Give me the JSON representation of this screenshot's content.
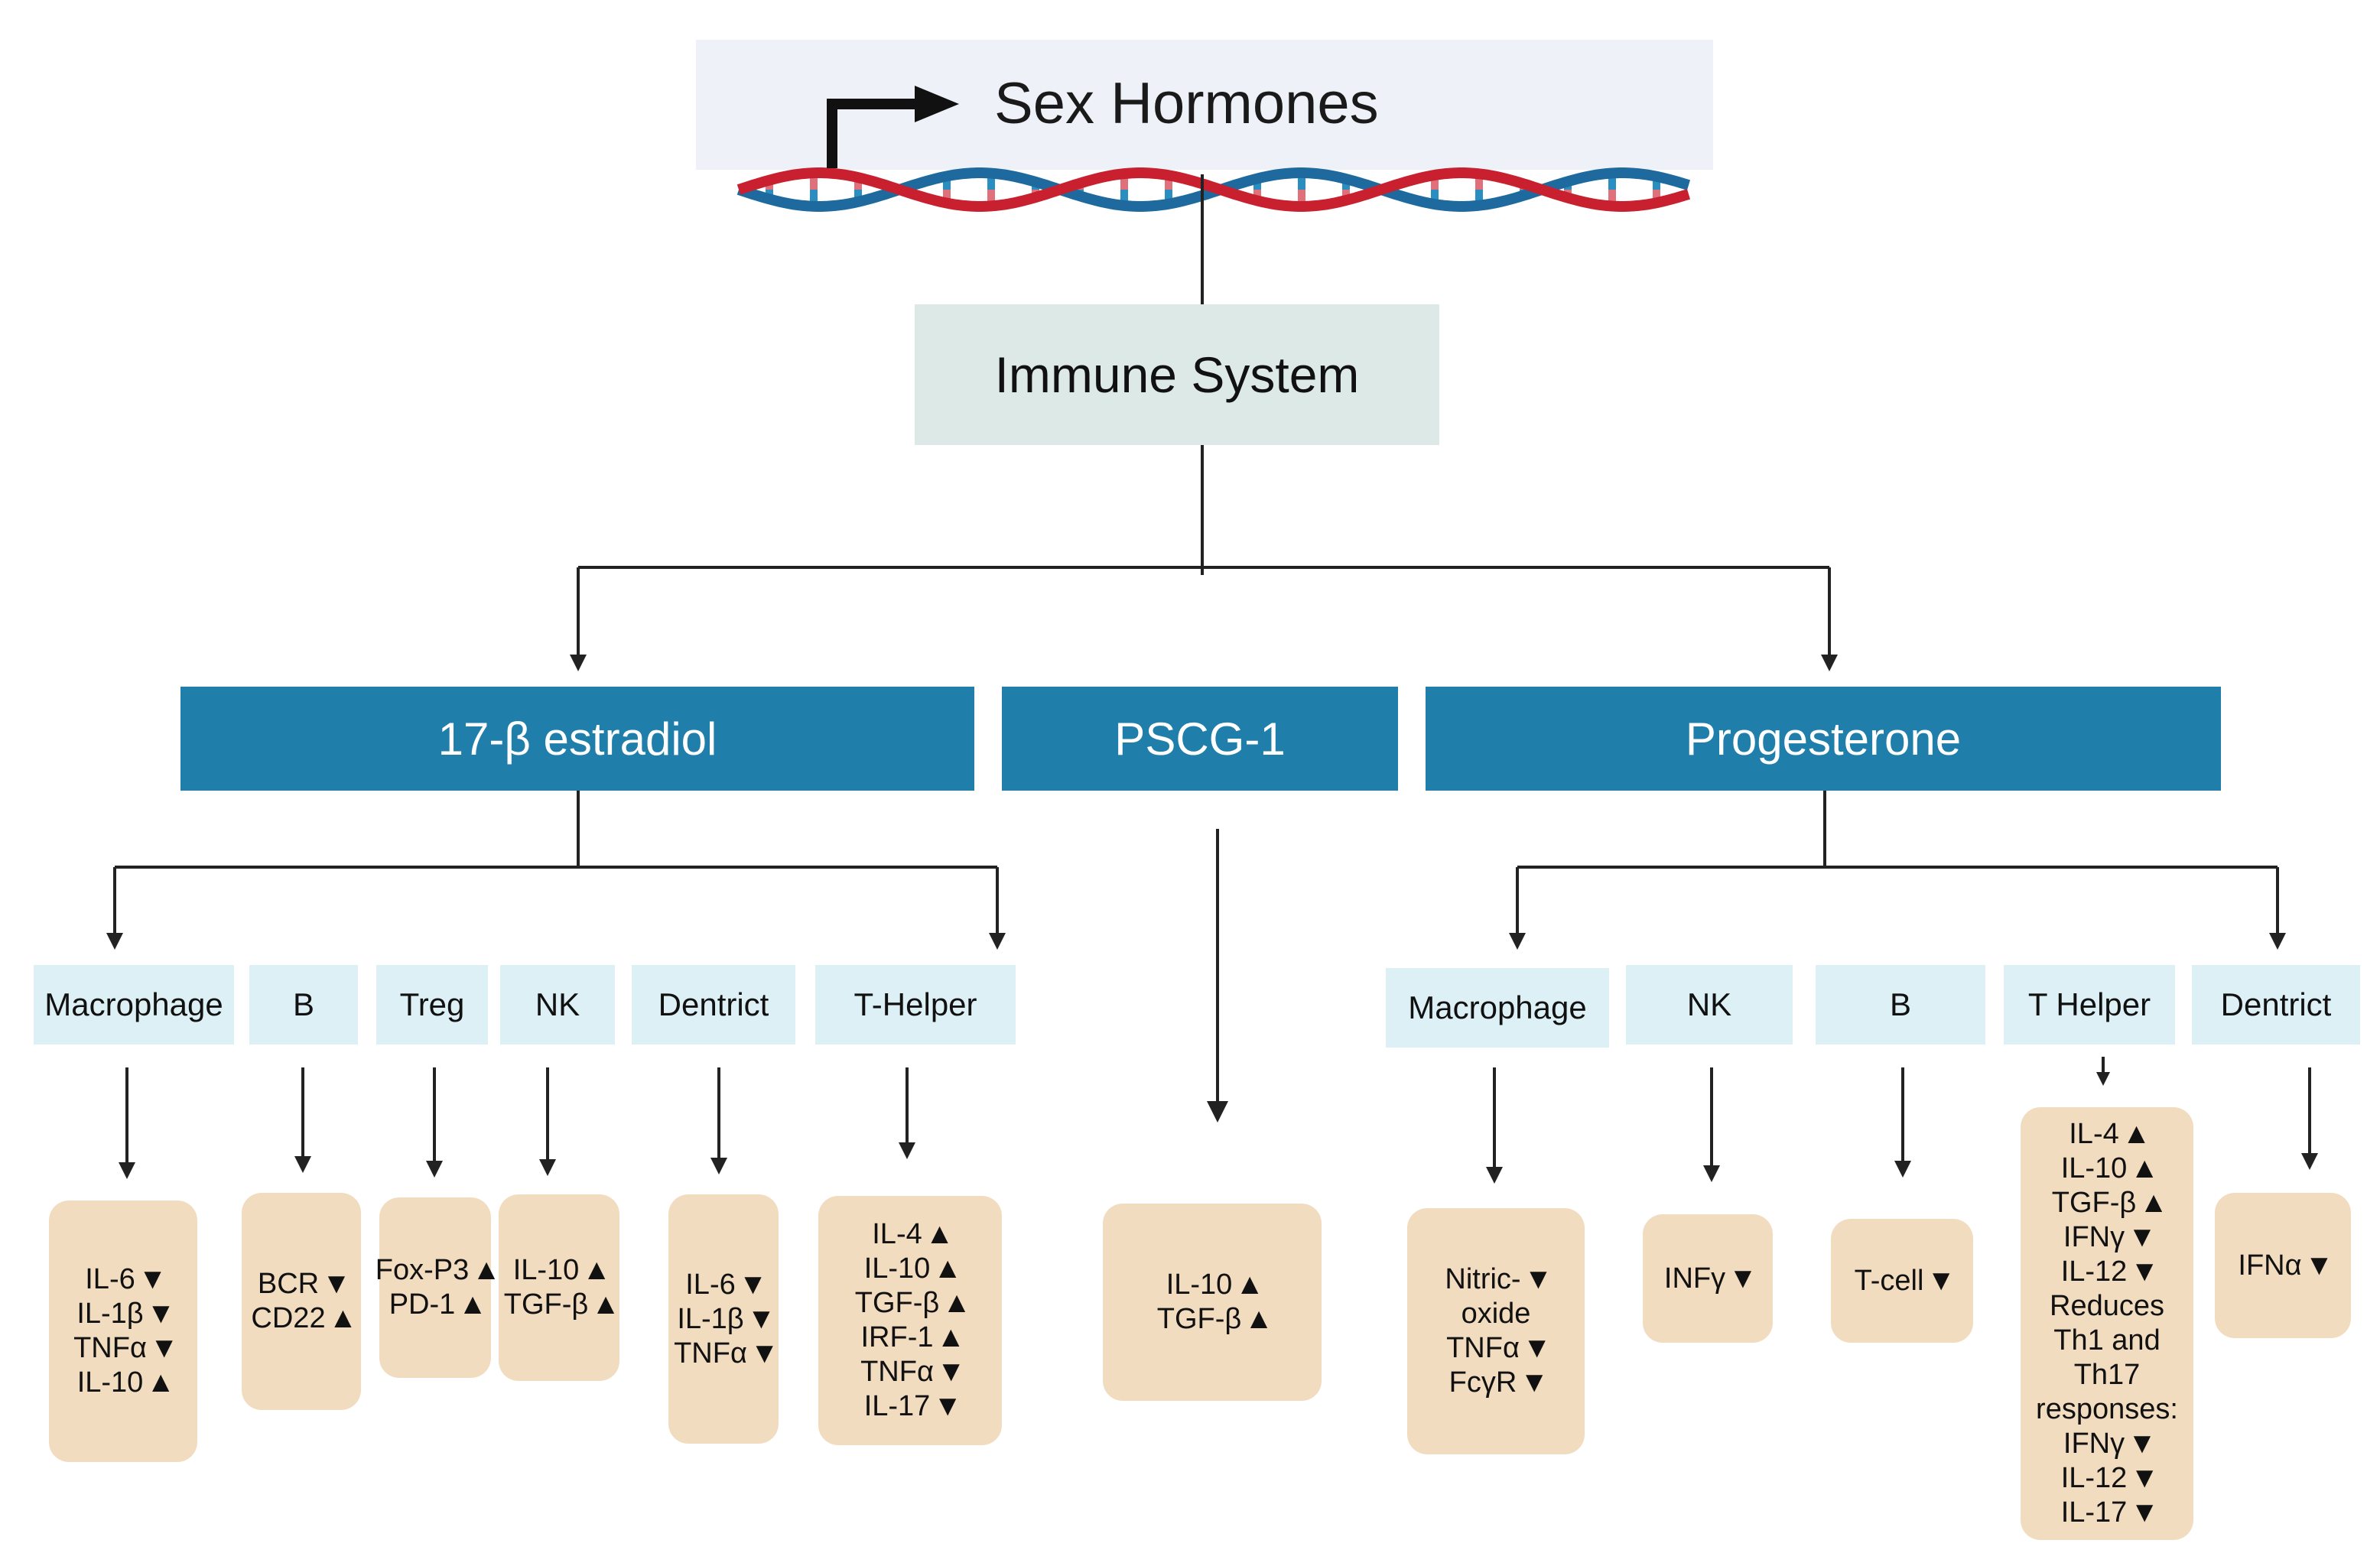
{
  "header": {
    "title": "Sex Hormones"
  },
  "root": {
    "label": "Immune System"
  },
  "hormones": [
    {
      "id": "estradiol",
      "label": "17-β estradiol"
    },
    {
      "id": "pscg",
      "label": "PSCG-1"
    },
    {
      "id": "progesterone",
      "label": "Progesterone"
    }
  ],
  "estradiol": {
    "cells": [
      {
        "label": "Macrophage",
        "effects": [
          {
            "text": "IL-6",
            "dir": "down"
          },
          {
            "text": "IL-1β",
            "dir": "down"
          },
          {
            "text": "TNFα",
            "dir": "down"
          },
          {
            "text": "IL-10",
            "dir": "up"
          }
        ]
      },
      {
        "label": "B",
        "effects": [
          {
            "text": "BCR",
            "dir": "down"
          },
          {
            "text": "CD22",
            "dir": "up"
          }
        ]
      },
      {
        "label": "Treg",
        "effects": [
          {
            "text": "Fox-P3",
            "dir": "up"
          },
          {
            "text": "PD-1",
            "dir": "up"
          }
        ]
      },
      {
        "label": "NK",
        "effects": [
          {
            "text": "IL-10",
            "dir": "up"
          },
          {
            "text": "TGF-β",
            "dir": "up"
          }
        ]
      },
      {
        "label": "Dentrict",
        "effects": [
          {
            "text": "IL-6",
            "dir": "down"
          },
          {
            "text": "IL-1β",
            "dir": "down"
          },
          {
            "text": "TNFα",
            "dir": "down"
          }
        ]
      },
      {
        "label": "T-Helper",
        "effects": [
          {
            "text": "IL-4",
            "dir": "up"
          },
          {
            "text": "IL-10",
            "dir": "up"
          },
          {
            "text": "TGF-β",
            "dir": "up"
          },
          {
            "text": "IRF-1",
            "dir": "up"
          },
          {
            "text": "TNFα",
            "dir": "down"
          },
          {
            "text": "IL-17",
            "dir": "down"
          }
        ]
      }
    ]
  },
  "pscg": {
    "effects": [
      {
        "text": "IL-10",
        "dir": "up"
      },
      {
        "text": "TGF-β",
        "dir": "up"
      }
    ]
  },
  "progesterone": {
    "cells": [
      {
        "label": "Macrophage",
        "effects": [
          {
            "text": "Nitric-",
            "dir": "down"
          },
          {
            "text": "oxide",
            "dir": ""
          },
          {
            "text": "TNFα",
            "dir": "down"
          },
          {
            "text": "FcγR",
            "dir": "down"
          }
        ]
      },
      {
        "label": "NK",
        "effects": [
          {
            "text": "INFγ",
            "dir": "down"
          }
        ]
      },
      {
        "label": "B",
        "effects": [
          {
            "text": "T-cell",
            "dir": "down"
          }
        ]
      },
      {
        "label": "T Helper",
        "effects": [
          {
            "text": "IL-4",
            "dir": "up"
          },
          {
            "text": "IL-10",
            "dir": "up"
          },
          {
            "text": "TGF-β",
            "dir": "up"
          },
          {
            "text": "IFNγ",
            "dir": "down"
          },
          {
            "text": "IL-12",
            "dir": "down"
          },
          {
            "text": "Reduces",
            "dir": ""
          },
          {
            "text": "Th1 and",
            "dir": ""
          },
          {
            "text": "Th17",
            "dir": ""
          },
          {
            "text": "responses:",
            "dir": ""
          },
          {
            "text": "IFNγ",
            "dir": "down"
          },
          {
            "text": "IL-12",
            "dir": "down"
          },
          {
            "text": "IL-17",
            "dir": "down"
          }
        ]
      },
      {
        "label": "Dentrict",
        "effects": [
          {
            "text": "IFNα",
            "dir": "down"
          }
        ]
      }
    ]
  },
  "arrow_symbols": {
    "up": "🡅",
    "down": "🡇"
  },
  "colors": {
    "hormone_box": "#1f7faa",
    "cell_box": "#dcf0f6",
    "effect_box": "#f2dcbf",
    "root_box": "#dce9e6",
    "dna_red": "#c8202f",
    "dna_blue": "#1e6a9e"
  }
}
